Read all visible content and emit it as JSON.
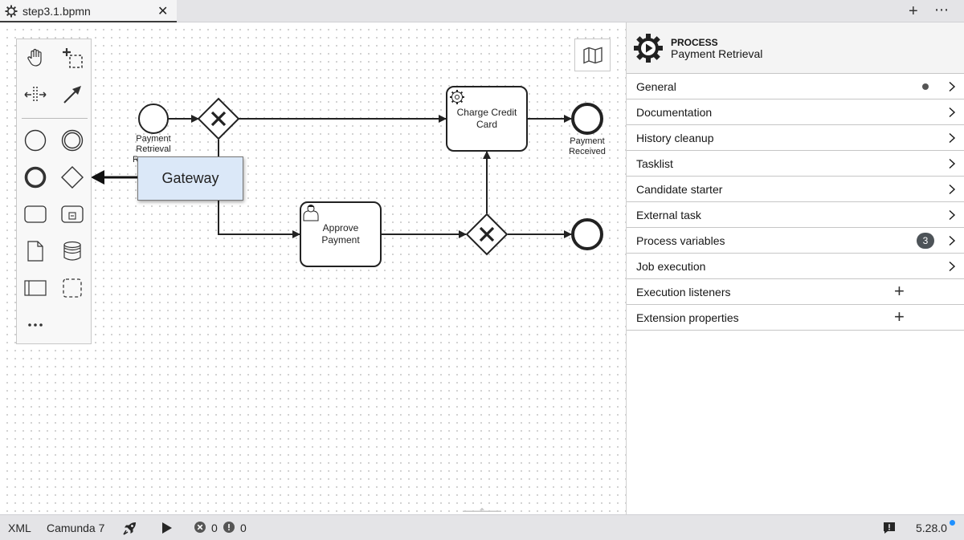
{
  "tab": {
    "title": "step3.1.bpmn",
    "close": "✕"
  },
  "tabbar": {
    "add": "+",
    "more": "⋯"
  },
  "diagram": {
    "start_event_label": [
      "Payment",
      "Retrieval",
      "Re"
    ],
    "task_charge": [
      "Charge Credit",
      "Card"
    ],
    "task_approve": [
      "Approve",
      "Payment"
    ],
    "end_event_label": [
      "Payment",
      "Received"
    ]
  },
  "tooltip": {
    "text": "Gateway"
  },
  "panel": {
    "type": "PROCESS",
    "name": "Payment Retrieval",
    "groups": [
      {
        "label": "General"
      },
      {
        "label": "Documentation"
      },
      {
        "label": "History cleanup"
      },
      {
        "label": "Tasklist"
      },
      {
        "label": "Candidate starter"
      },
      {
        "label": "External task"
      },
      {
        "label": "Process variables",
        "badge": "3"
      },
      {
        "label": "Job execution"
      },
      {
        "label": "Execution listeners",
        "add": "+"
      },
      {
        "label": "Extension properties",
        "add": "+"
      }
    ]
  },
  "statusbar": {
    "format": "XML",
    "engine": "Camunda 7",
    "errors": "0",
    "warnings": "0",
    "version": "5.28.0"
  },
  "colors": {
    "accent": "#1e90ff",
    "tooltip_bg": "#dbe8f8"
  }
}
